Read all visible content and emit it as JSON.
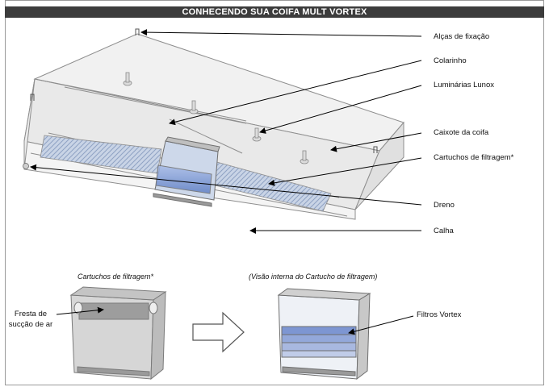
{
  "header": {
    "title": "CONHECENDO SUA COIFA MULT VORTEX"
  },
  "callouts": {
    "alcas": "Alças de fixação",
    "colarinho": "Colarinho",
    "luminarias": "Luminárias Lunox",
    "caixote": "Caixote da coifa",
    "cartuchos": "Cartuchos de filtragem*",
    "dreno": "Dreno",
    "calha": "Calha"
  },
  "bottom": {
    "left_caption": "Cartuchos de filtragem*",
    "right_caption": "(Visão interna do Cartucho de filtragem)",
    "fresta_line1": "Fresta de",
    "fresta_line2": "sucção de ar",
    "filtros": "Filtros Vortex"
  },
  "colors": {
    "title_bg": "#3c3c3c",
    "hood_line": "#8e8e8e",
    "filter_blue": "#7e9fd8"
  }
}
